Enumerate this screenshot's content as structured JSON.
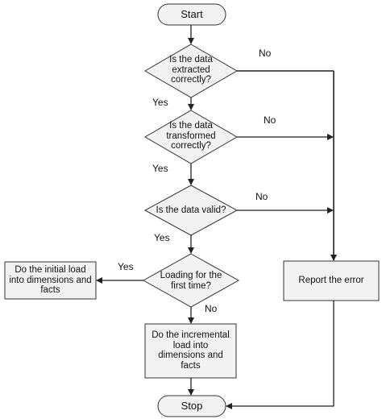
{
  "diagram": {
    "nodes": {
      "start": "Start",
      "decision_extracted": "Is the data\nextracted\ncorrectly?",
      "decision_transformed": "Is the data\ntransformed\ncorrectly?",
      "decision_valid": "Is the data valid?",
      "decision_first_time": "Loading for the\nfirst time?",
      "initial_load": "Do the initial load\ninto dimensions and\nfacts",
      "incremental_load": "Do the incremental\nload into\ndimensions and\nfacts",
      "report_error": "Report the error",
      "stop": "Stop"
    },
    "edges": {
      "extracted_yes": "Yes",
      "extracted_no": "No",
      "transformed_yes": "Yes",
      "transformed_no": "No",
      "valid_yes": "Yes",
      "valid_no": "No",
      "first_time_yes": "Yes",
      "first_time_no": "No"
    }
  }
}
